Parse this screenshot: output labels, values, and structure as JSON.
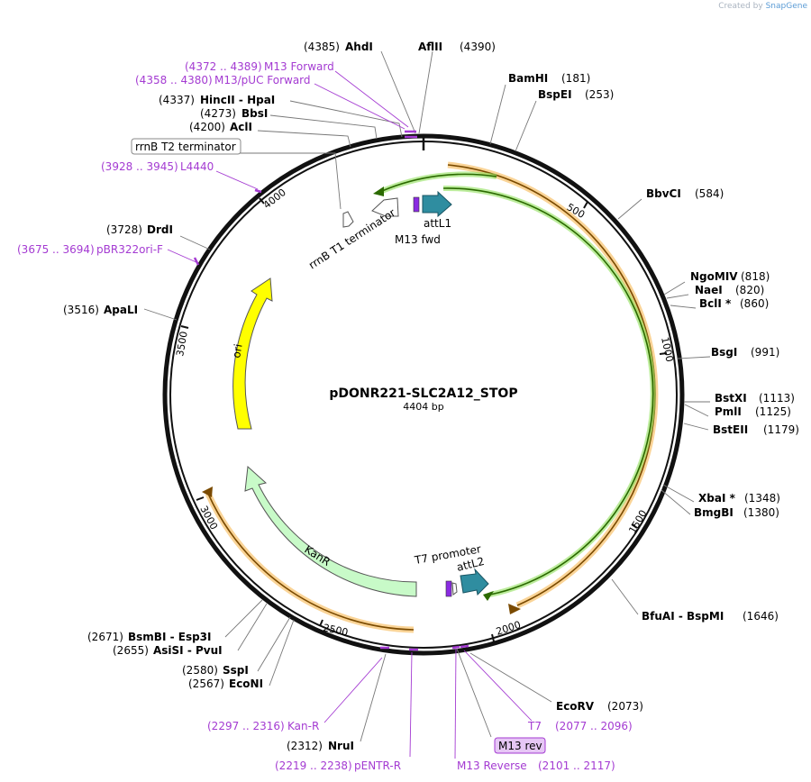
{
  "credit": {
    "prefix": "Created by",
    "brand": "SnapGene"
  },
  "plasmid": {
    "name": "pDONR221-SLC2A12_STOP",
    "length_label": "4404 bp"
  },
  "ticks": [
    "500",
    "1000",
    "1500",
    "2000",
    "2500",
    "3000",
    "3500",
    "4000"
  ],
  "sites": [
    {
      "name": "AhdI",
      "pos": "(4385)"
    },
    {
      "name": "AflII",
      "pos": "(4390)"
    },
    {
      "name": "BamHI",
      "pos": "(181)"
    },
    {
      "name": "BspEI",
      "pos": "(253)"
    },
    {
      "name": "BbvCI",
      "pos": "(584)"
    },
    {
      "name": "NgoMIV",
      "pos": "(818)"
    },
    {
      "name": "NaeI",
      "pos": "(820)"
    },
    {
      "name": "BclI *",
      "pos": "(860)"
    },
    {
      "name": "BsgI",
      "pos": "(991)"
    },
    {
      "name": "BstXI",
      "pos": "(1113)"
    },
    {
      "name": "PmlI",
      "pos": "(1125)"
    },
    {
      "name": "BstEII",
      "pos": "(1179)"
    },
    {
      "name": "XbaI *",
      "pos": "(1348)"
    },
    {
      "name": "BmgBI",
      "pos": "(1380)"
    },
    {
      "name": "BfuAI - BspMI",
      "pos": "(1646)"
    },
    {
      "name": "EcoRV",
      "pos": "(2073)"
    },
    {
      "name": "NruI",
      "pos": "(2312)"
    },
    {
      "name": "EcoNI",
      "pos": "(2567)"
    },
    {
      "name": "SspI",
      "pos": "(2580)"
    },
    {
      "name": "AsiSI - PvuI",
      "pos": "(2655)"
    },
    {
      "name": "BsmBI - Esp3I",
      "pos": "(2671)"
    },
    {
      "name": "ApaLI",
      "pos": "(3516)"
    },
    {
      "name": "DrdI",
      "pos": "(3728)"
    },
    {
      "name": "AclI",
      "pos": "(4200)"
    },
    {
      "name": "BbsI",
      "pos": "(4273)"
    },
    {
      "name": "HincII - HpaI",
      "pos": "(4337)"
    }
  ],
  "primers": [
    {
      "name": "M13 Forward",
      "pos": "(4372 .. 4389)"
    },
    {
      "name": "M13/pUC Forward",
      "pos": "(4358 .. 4380)"
    },
    {
      "name": "L4440",
      "pos": "(3928 .. 3945)"
    },
    {
      "name": "pBR322ori-F",
      "pos": "(3675 .. 3694)"
    },
    {
      "name": "Kan-R",
      "pos": "(2297 .. 2316)"
    },
    {
      "name": "pENTR-R",
      "pos": "(2219 .. 2238)"
    },
    {
      "name": "M13 Reverse",
      "pos": "(2101 .. 2117)"
    },
    {
      "name": "T7",
      "pos": "(2077 .. 2096)"
    }
  ],
  "boxed_labels": {
    "rrnB_T2": "rrnB T2 terminator",
    "m13_rev": "M13 rev"
  },
  "features": {
    "rrnB_T1": "rrnB T1 terminator",
    "m13_fwd": "M13 fwd",
    "attL1": "attL1",
    "ori": "ori",
    "kanR": "KanR",
    "t7_promoter": "T7 promoter",
    "attL2": "attL2"
  },
  "colors": {
    "ori": "#ffff00",
    "kanR": "#c8fac8",
    "attL": "#2f8da0",
    "orange_arc": "#f5b041",
    "green_arc": "#43a500",
    "primer": "#a43bd2"
  }
}
